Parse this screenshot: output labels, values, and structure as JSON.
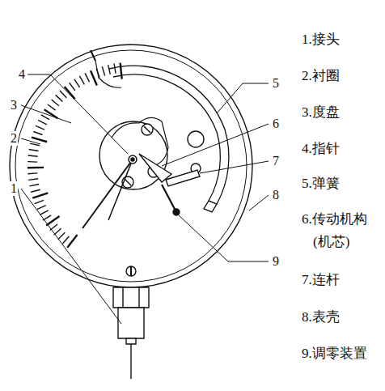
{
  "diagram": {
    "labels": [
      "4",
      "3",
      "2",
      "1",
      "5",
      "6",
      "7",
      "8",
      "9",
      "1.接头",
      "2.衬圈",
      "3.度盘",
      "4.指针",
      "5.弹簧",
      "6.传动机构",
      "(机芯)",
      "7.连杆",
      "8.表壳",
      "9.调零装置"
    ]
  }
}
